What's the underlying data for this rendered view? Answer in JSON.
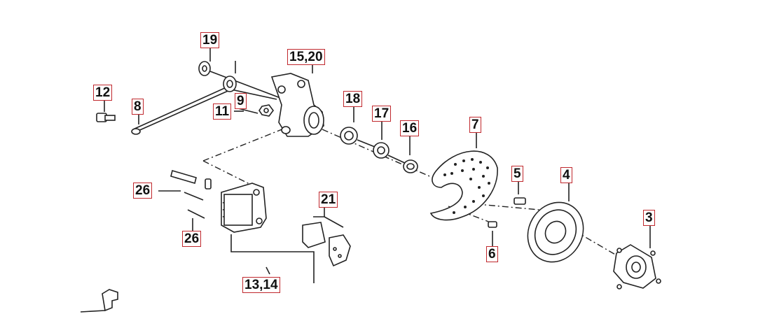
{
  "callouts": [
    {
      "id": "c19",
      "label": "19"
    },
    {
      "id": "c15",
      "label": "15,20"
    },
    {
      "id": "c12",
      "label": "12"
    },
    {
      "id": "c8",
      "label": "8"
    },
    {
      "id": "c9",
      "label": "9"
    },
    {
      "id": "c11",
      "label": "11"
    },
    {
      "id": "c18",
      "label": "18"
    },
    {
      "id": "c17",
      "label": "17"
    },
    {
      "id": "c16",
      "label": "16"
    },
    {
      "id": "c7",
      "label": "7"
    },
    {
      "id": "c5",
      "label": "5"
    },
    {
      "id": "c4",
      "label": "4"
    },
    {
      "id": "c3",
      "label": "3"
    },
    {
      "id": "c6",
      "label": "6"
    },
    {
      "id": "c26a",
      "label": "26"
    },
    {
      "id": "c26b",
      "label": "26"
    },
    {
      "id": "c21",
      "label": "21"
    },
    {
      "id": "c13",
      "label": "13,14"
    }
  ],
  "colors": {
    "callout_border": "#c0282d",
    "line": "#222222"
  }
}
